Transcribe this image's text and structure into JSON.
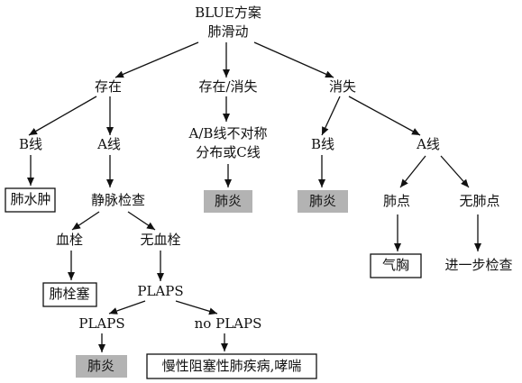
{
  "nodes": {
    "root_title": "BLUE方案",
    "lung_sliding": "肺滑动",
    "present": "存在",
    "present_absent": "存在/消失",
    "absent": "消失",
    "b_line_left": "B线",
    "a_line_left": "A线",
    "ab_asym": "A/B线不对称",
    "ab_asym_2": "分布或C线",
    "b_line_right": "B线",
    "a_line_right": "A线",
    "pulmonary_edema": "肺水肿",
    "venous_exam": "静脉检查",
    "pneumonia_mid": "肺炎",
    "pneumonia_right": "肺炎",
    "lung_point": "肺点",
    "no_lung_point": "无肺点",
    "thrombus": "血栓",
    "no_thrombus": "无血栓",
    "pneumothorax": "气胸",
    "further_exam": "进一步检查",
    "pulmonary_embolism": "肺栓塞",
    "plaps": "PLAPS",
    "plaps_yes": "PLAPS",
    "no_plaps": "no PLAPS",
    "pneumonia_bottom": "肺炎",
    "copd_asthma": "慢性阻塞性肺疾病,哮喘"
  },
  "colors": {
    "line": "#111111",
    "shade": "#b3b3b3"
  }
}
